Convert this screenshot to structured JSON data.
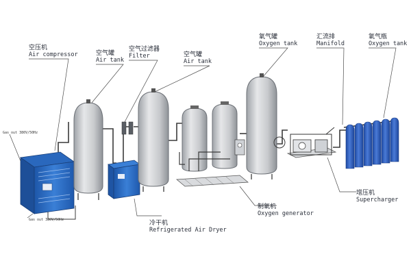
{
  "components": [
    {
      "id": "air_compressor",
      "cn": "空压机",
      "en": "Air compressor"
    },
    {
      "id": "air_tank_1",
      "cn": "空气罐",
      "en": "Air tank"
    },
    {
      "id": "filter",
      "cn": "空气过滤器",
      "en": "Filter"
    },
    {
      "id": "air_tank_2",
      "cn": "空气罐",
      "en": "Air tank"
    },
    {
      "id": "oxygen_tank",
      "cn": "氧气罐",
      "en": "Oxygen tank"
    },
    {
      "id": "manifold",
      "cn": "汇流排",
      "en": "Manifold"
    },
    {
      "id": "oxygen_cylinders",
      "cn": "氧气瓶",
      "en": "Oxygen tank"
    },
    {
      "id": "refrigerated_air_dryer",
      "cn": "冷干机",
      "en": "Refrigerated Air Dryer"
    },
    {
      "id": "oxygen_generator",
      "cn": "制氧机",
      "en": "Oxygen generator"
    },
    {
      "id": "supercharger",
      "cn": "增压机",
      "en": "Supercharger"
    }
  ],
  "side_notes": {
    "top": "Gas out 380V/50Hz",
    "bottom": "Gas out 380V/50Hz"
  },
  "colors": {
    "compressor_blue": "#2a6fc9",
    "dryer_blue": "#2d72c8",
    "cylinder_blue": "#2f5fbf",
    "tank_grey": "#c9cbcf",
    "line": "#3a3a3a"
  }
}
